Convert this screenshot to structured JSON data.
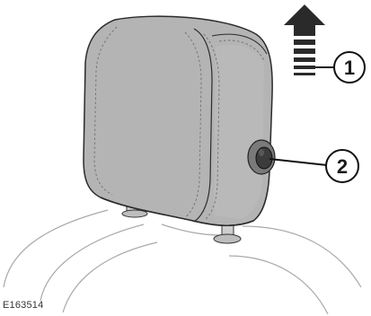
{
  "figure": {
    "reference_code": "E163514",
    "callouts": [
      {
        "number": "1",
        "target": "raise-direction-arrow"
      },
      {
        "number": "2",
        "target": "release-button"
      }
    ],
    "colors": {
      "headrest_fill": "#b4b4b4",
      "headrest_highlight": "#c6c6c6",
      "outline": "#2b2b2b",
      "arrow": "#2a2a2a",
      "button_outer": "#7a7a7a",
      "button_inner": "#3c3c3c",
      "seat_outline": "#a9a9a9"
    },
    "icons": [
      "upward-arrow-icon",
      "release-button-icon"
    ]
  }
}
